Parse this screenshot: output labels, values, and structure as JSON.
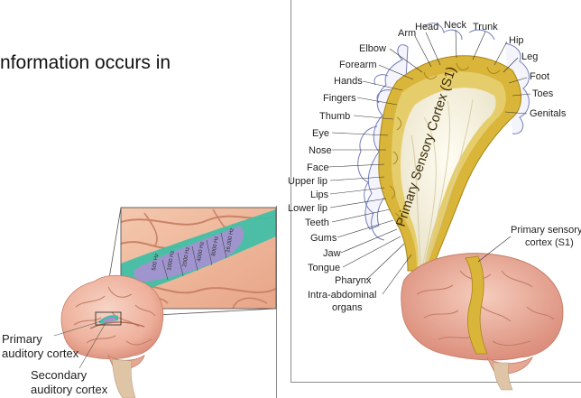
{
  "slide": {
    "partial_text": "nformation occurs in"
  },
  "auditory": {
    "primary_label": [
      "Primary",
      "auditory cortex"
    ],
    "secondary_label": [
      "Secondary",
      "auditory cortex"
    ],
    "frequencies": [
      "500 Hz",
      "1000 Hz",
      "2000 Hz",
      "4000 Hz",
      "8000 Hz",
      "16,000 Hz"
    ]
  },
  "homunculus": {
    "cortex_label": "Primary Sensory Cortex (S1)",
    "body_parts": {
      "head": "Head",
      "neck": "Neck",
      "trunk": "Trunk",
      "arm": "Arm",
      "hip": "Hip",
      "elbow": "Elbow",
      "leg": "Leg",
      "forearm": "Forearm",
      "foot": "Foot",
      "hands": "Hands",
      "toes": "Toes",
      "fingers": "Fingers",
      "genitals": "Genitals",
      "thumb": "Thumb",
      "eye": "Eye",
      "nose": "Nose",
      "face": "Face",
      "upper_lip": "Upper lip",
      "lips": "Lips",
      "lower_lip": "Lower lip",
      "teeth": "Teeth",
      "gums": "Gums",
      "jaw": "Jaw",
      "tongue": "Tongue",
      "pharynx": "Pharynx",
      "intra_abdominal": [
        "Intra-abdominal",
        "organs"
      ]
    },
    "s1_label": [
      "Primary sensory",
      "cortex (S1)"
    ]
  },
  "colors": {
    "cortex_gold": "#d9b53a",
    "brain_pink": "#efb7a3",
    "tonotopic_teal": "#3dbfa6",
    "tonotopic_purple": "#a98fd2"
  }
}
